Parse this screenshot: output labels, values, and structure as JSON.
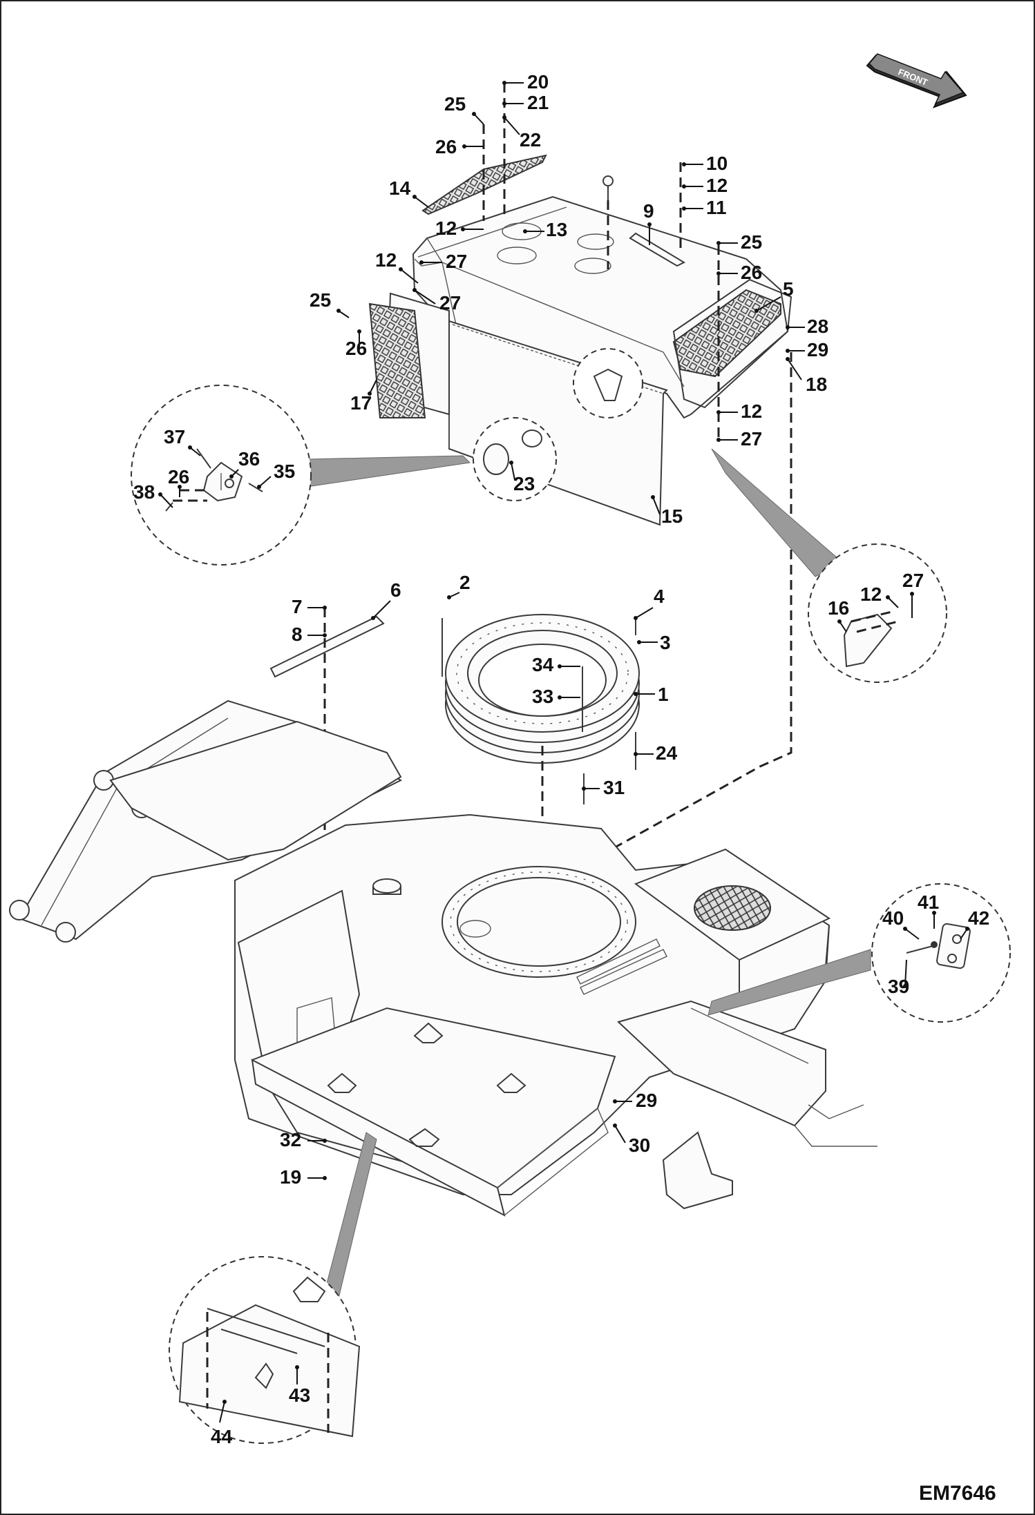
{
  "figure_code": "EM7646",
  "front_arrow_label": "FRONT",
  "callouts": [
    {
      "id": "c1",
      "label": "1"
    },
    {
      "id": "c2",
      "label": "2"
    },
    {
      "id": "c3",
      "label": "3"
    },
    {
      "id": "c4",
      "label": "4"
    },
    {
      "id": "c5",
      "label": "5"
    },
    {
      "id": "c6",
      "label": "6"
    },
    {
      "id": "c7",
      "label": "7"
    },
    {
      "id": "c8",
      "label": "8"
    },
    {
      "id": "c9",
      "label": "9"
    },
    {
      "id": "c10",
      "label": "10"
    },
    {
      "id": "c11",
      "label": "11"
    },
    {
      "id": "c12a",
      "label": "12"
    },
    {
      "id": "c12b",
      "label": "12"
    },
    {
      "id": "c12c",
      "label": "12"
    },
    {
      "id": "c12d",
      "label": "12"
    },
    {
      "id": "c12e",
      "label": "12"
    },
    {
      "id": "c13",
      "label": "13"
    },
    {
      "id": "c14",
      "label": "14"
    },
    {
      "id": "c15",
      "label": "15"
    },
    {
      "id": "c16",
      "label": "16"
    },
    {
      "id": "c17",
      "label": "17"
    },
    {
      "id": "c18",
      "label": "18"
    },
    {
      "id": "c19",
      "label": "19"
    },
    {
      "id": "c20",
      "label": "20"
    },
    {
      "id": "c21",
      "label": "21"
    },
    {
      "id": "c22",
      "label": "22"
    },
    {
      "id": "c23",
      "label": "23"
    },
    {
      "id": "c24",
      "label": "24"
    },
    {
      "id": "c25a",
      "label": "25"
    },
    {
      "id": "c25b",
      "label": "25"
    },
    {
      "id": "c25c",
      "label": "25"
    },
    {
      "id": "c26a",
      "label": "26"
    },
    {
      "id": "c26b",
      "label": "26"
    },
    {
      "id": "c26c",
      "label": "26"
    },
    {
      "id": "c26d",
      "label": "26"
    },
    {
      "id": "c27a",
      "label": "27"
    },
    {
      "id": "c27b",
      "label": "27"
    },
    {
      "id": "c27c",
      "label": "27"
    },
    {
      "id": "c27d",
      "label": "27"
    },
    {
      "id": "c28",
      "label": "28"
    },
    {
      "id": "c29a",
      "label": "29"
    },
    {
      "id": "c29b",
      "label": "29"
    },
    {
      "id": "c30",
      "label": "30"
    },
    {
      "id": "c31",
      "label": "31"
    },
    {
      "id": "c32",
      "label": "32"
    },
    {
      "id": "c33",
      "label": "33"
    },
    {
      "id": "c34",
      "label": "34"
    },
    {
      "id": "c35",
      "label": "35"
    },
    {
      "id": "c36",
      "label": "36"
    },
    {
      "id": "c37",
      "label": "37"
    },
    {
      "id": "c38",
      "label": "38"
    },
    {
      "id": "c39",
      "label": "39"
    },
    {
      "id": "c40",
      "label": "40"
    },
    {
      "id": "c41",
      "label": "41"
    },
    {
      "id": "c42",
      "label": "42"
    },
    {
      "id": "c43",
      "label": "43"
    },
    {
      "id": "c44",
      "label": "44"
    }
  ]
}
